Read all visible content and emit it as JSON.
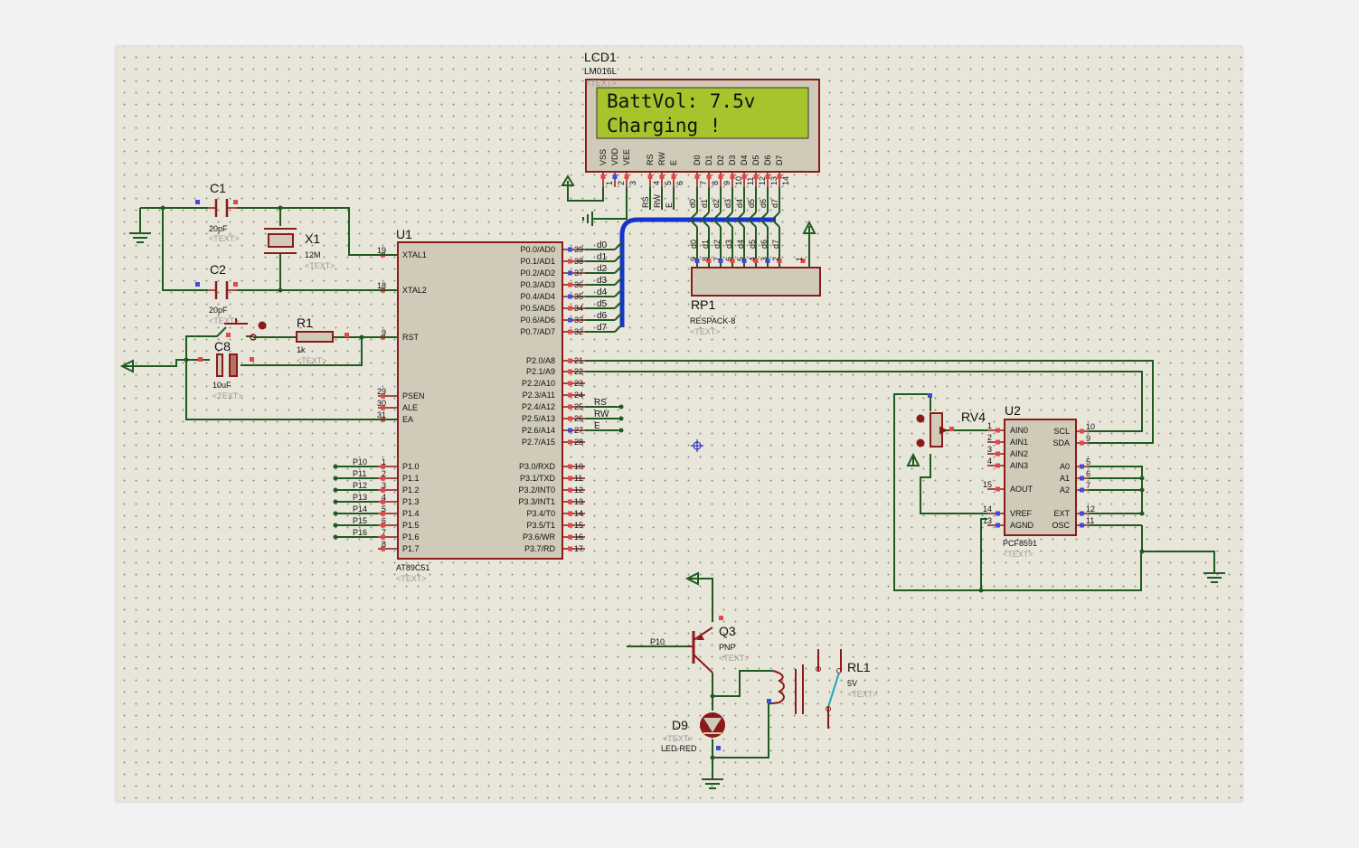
{
  "lcd": {
    "ref": "LCD1",
    "part": "LM016L",
    "line1": "BattVol: 7.5v",
    "line2": "Charging  !",
    "pins": [
      "VSS",
      "VDD",
      "VEE",
      "RS",
      "RW",
      "E",
      "D0",
      "D1",
      "D2",
      "D3",
      "D4",
      "D5",
      "D6",
      "D7"
    ],
    "pin_numbers": [
      "1",
      "2",
      "3",
      "4",
      "5",
      "6",
      "7",
      "8",
      "9",
      "10",
      "11",
      "12",
      "13",
      "14"
    ],
    "net_labels": [
      "RS",
      "RW",
      "E",
      "d0",
      "d1",
      "d2",
      "d3",
      "d4",
      "d5",
      "d6",
      "d7"
    ]
  },
  "mcu": {
    "ref": "U1",
    "part": "AT89C51",
    "left_pins": [
      [
        "19",
        "XTAL1"
      ],
      [
        "18",
        "XTAL2"
      ],
      [
        "9",
        "RST"
      ],
      [
        "29",
        "PSEN"
      ],
      [
        "30",
        "ALE"
      ],
      [
        "31",
        "EA"
      ],
      [
        "1",
        "P1.0"
      ],
      [
        "2",
        "P1.1"
      ],
      [
        "3",
        "P1.2"
      ],
      [
        "4",
        "P1.3"
      ],
      [
        "5",
        "P1.4"
      ],
      [
        "6",
        "P1.5"
      ],
      [
        "7",
        "P1.6"
      ],
      [
        "8",
        "P1.7"
      ]
    ],
    "right_pins": [
      [
        "39",
        "P0.0/AD0"
      ],
      [
        "38",
        "P0.1/AD1"
      ],
      [
        "37",
        "P0.2/AD2"
      ],
      [
        "36",
        "P0.3/AD3"
      ],
      [
        "35",
        "P0.4/AD4"
      ],
      [
        "34",
        "P0.5/AD5"
      ],
      [
        "33",
        "P0.6/AD6"
      ],
      [
        "32",
        "P0.7/AD7"
      ],
      [
        "21",
        "P2.0/A8"
      ],
      [
        "22",
        "P2.1/A9"
      ],
      [
        "23",
        "P2.2/A10"
      ],
      [
        "24",
        "P2.3/A11"
      ],
      [
        "25",
        "P2.4/A12"
      ],
      [
        "26",
        "P2.5/A13"
      ],
      [
        "27",
        "P2.6/A14"
      ],
      [
        "28",
        "P2.7/A15"
      ],
      [
        "10",
        "P3.0/RXD"
      ],
      [
        "11",
        "P3.1/TXD"
      ],
      [
        "12",
        "P3.2/INT0"
      ],
      [
        "13",
        "P3.3/INT1"
      ],
      [
        "14",
        "P3.4/T0"
      ],
      [
        "15",
        "P3.5/T1"
      ],
      [
        "16",
        "P3.6/WR"
      ],
      [
        "17",
        "P3.7/RD"
      ]
    ],
    "p0_nets": [
      "d0",
      "d1",
      "d2",
      "d3",
      "d4",
      "d5",
      "d6",
      "d7"
    ],
    "p2_nets": [
      "RS",
      "RW",
      "E"
    ],
    "p1_nets": [
      "P10",
      "P11",
      "P12",
      "P13",
      "P14",
      "P15",
      "P16"
    ]
  },
  "c1": {
    "ref": "C1",
    "value": "20pF"
  },
  "c2": {
    "ref": "C2",
    "value": "20pF"
  },
  "x1": {
    "ref": "X1",
    "value": "12M"
  },
  "r1": {
    "ref": "R1",
    "value": "1k"
  },
  "c8": {
    "ref": "C8",
    "value": "10uF"
  },
  "rp1": {
    "ref": "RP1",
    "part": "RESPACK-8",
    "pins": [
      "9",
      "8",
      "7",
      "6",
      "5",
      "4",
      "3",
      "2",
      "1"
    ],
    "nets": [
      "d0",
      "d1",
      "d2",
      "d3",
      "d4",
      "d5",
      "d6",
      "d7"
    ]
  },
  "rv4": {
    "ref": "RV4"
  },
  "u2": {
    "ref": "U2",
    "part": "PCF8591",
    "left_pins": [
      [
        "1",
        "AIN0"
      ],
      [
        "2",
        "AIN1"
      ],
      [
        "3",
        "AIN2"
      ],
      [
        "4",
        "AIN3"
      ],
      [
        "15",
        "AOUT"
      ],
      [
        "14",
        "VREF"
      ],
      [
        "13",
        "AGND"
      ]
    ],
    "right_pins": [
      [
        "10",
        "SCL"
      ],
      [
        "9",
        "SDA"
      ],
      [
        "5",
        "A0"
      ],
      [
        "6",
        "A1"
      ],
      [
        "7",
        "A2"
      ],
      [
        "12",
        "EXT"
      ],
      [
        "11",
        "OSC"
      ]
    ]
  },
  "q3": {
    "ref": "Q3",
    "part": "PNP",
    "net": "P10"
  },
  "rl1": {
    "ref": "RL1",
    "value": "5V"
  },
  "d9": {
    "ref": "D9",
    "part": "LED-RED"
  },
  "placeholder": "<TEXT>",
  "colors": {
    "wire": "#1f5a1f",
    "bus": "#1535c8",
    "component": "#8b1a1a",
    "lcd_screen": "#a8c42c",
    "sheet": "#e8e5d9"
  }
}
